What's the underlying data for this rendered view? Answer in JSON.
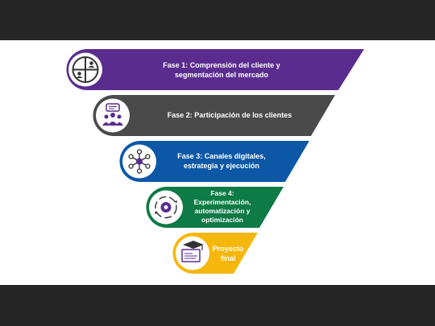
{
  "stages": [
    {
      "id": "fase-1",
      "lines": [
        "Fase 1: Comprensión del cliente y",
        "segmentación del mercado"
      ],
      "color": "#5b2c8f",
      "icon": "customer-segments-icon"
    },
    {
      "id": "fase-2",
      "lines": [
        "Fase 2: Participación de los clientes"
      ],
      "color": "#4a4a4a",
      "icon": "customer-engagement-icon"
    },
    {
      "id": "fase-3",
      "lines": [
        "Fase 3: Canales digitales,",
        "estrategia y ejecución"
      ],
      "color": "#0c58a6",
      "icon": "digital-network-icon"
    },
    {
      "id": "fase-4",
      "lines": [
        "Fase 4:",
        "Experimentación,",
        "automatización y",
        "optimización"
      ],
      "color": "#0e7a45",
      "icon": "automation-cycle-icon"
    },
    {
      "id": "proyecto-final",
      "lines": [
        "Proyecto",
        "final"
      ],
      "color": "#f5b70c",
      "icon": "graduation-cap-icon"
    }
  ]
}
